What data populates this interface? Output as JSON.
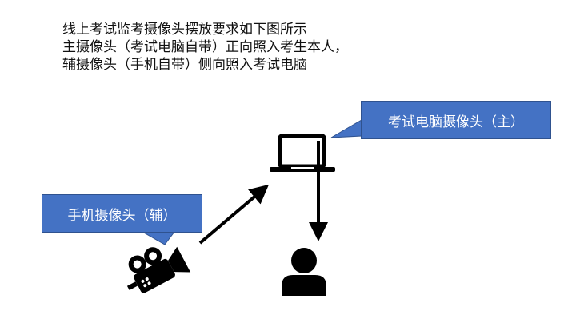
{
  "instructions": {
    "lines": [
      "线上考试监考摄像头摆放要求如下图所示",
      "主摄像头（考试电脑自带）正向照入考生本人，",
      "辅摄像头（手机自带）侧向照入考试电脑"
    ]
  },
  "callouts": {
    "main_camera": "考试电脑摄像头（主）",
    "aux_camera": "手机摄像头（辅）"
  },
  "icons": {
    "laptop": "laptop-icon",
    "camera": "video-camera-icon",
    "person": "person-icon"
  },
  "colors": {
    "callout_fill": "#4472c4",
    "callout_border": "#2f528f",
    "ink": "#000000"
  }
}
